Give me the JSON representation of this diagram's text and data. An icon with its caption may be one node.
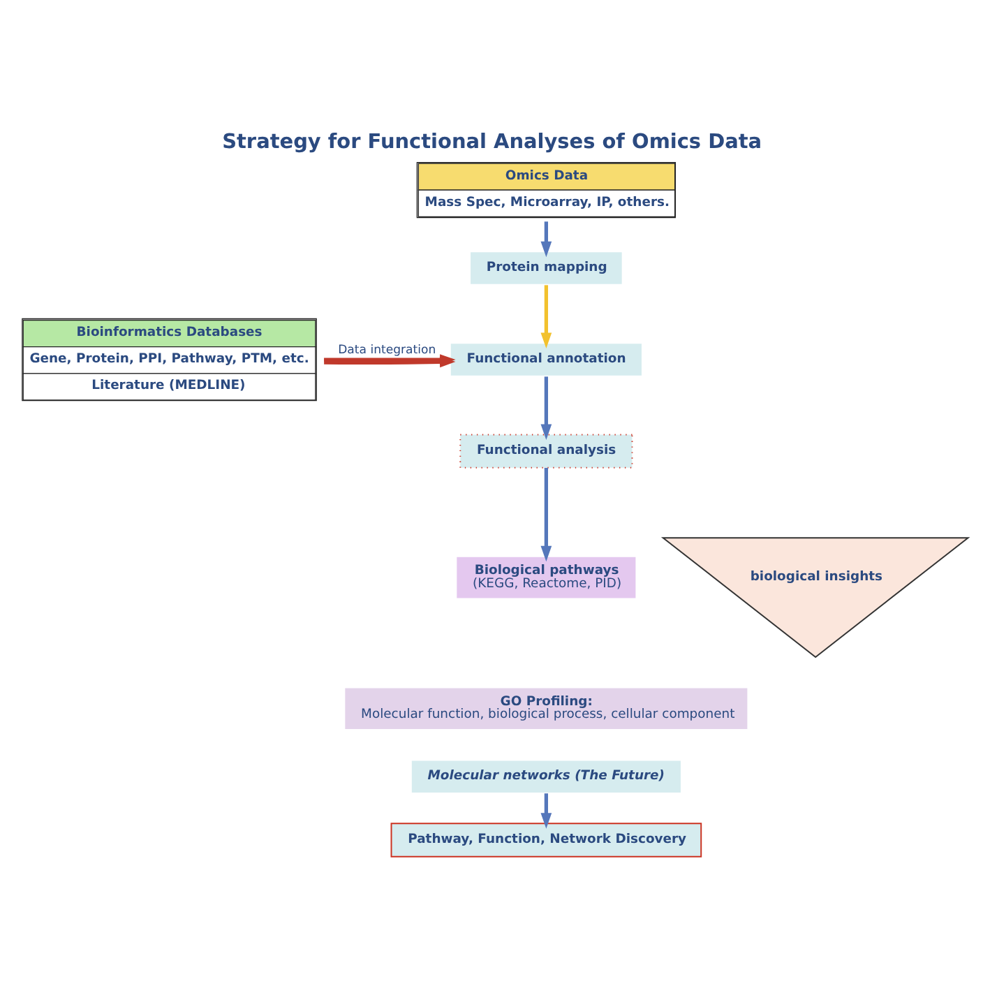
{
  "diagram": {
    "title": "Strategy for Functional Analyses of Omics Data",
    "nodes": [
      {
        "text": [
          "Omics Data",
          "Mass Spec, Microarray, IP, others."
        ]
      },
      {
        "text": [
          "Protein mapping"
        ]
      },
      {
        "text": [
          "Functional annotation"
        ]
      },
      {
        "text": [
          "Functional analysis"
        ]
      },
      {
        "text": [
          "Bioinformatics Databases",
          "Gene, Protein, PPI, Pathway, PTM, etc.",
          "Literature (MEDLINE)"
        ]
      },
      {
        "text": [
          "Biological pathways",
          "(KEGG, Reactome, PID)"
        ]
      },
      {
        "text": [
          "GO Profiling:",
          "Molecular function, biological process, cellular component"
        ]
      },
      {
        "text": [
          "Molecular networks (The Future)"
        ]
      },
      {
        "text": [
          "biological insights"
        ]
      },
      {
        "text": [
          "Pathway, Function, Network Discovery"
        ]
      }
    ],
    "edges": [
      {
        "from": 0,
        "to": 1,
        "arrow": "to"
      },
      {
        "from": 1,
        "to": 2,
        "arrow": "to",
        "color": "#f2c12e"
      },
      {
        "from": 2,
        "to": 3,
        "arrow": "to"
      },
      {
        "from": 4,
        "to": 2,
        "arrow": "to",
        "label": "Data integration",
        "color": "#c0392b"
      },
      {
        "from": 4,
        "to": 2,
        "arrow": "to",
        "color": "#c0392b"
      },
      {
        "from": 3,
        "to": 5,
        "arrow": "to"
      },
      {
        "from": 7,
        "to": 9,
        "arrow": "to"
      }
    ]
  }
}
